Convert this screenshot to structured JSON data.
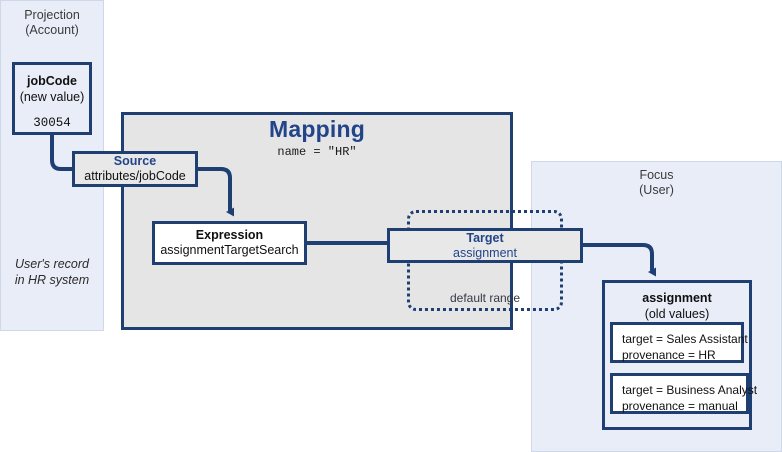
{
  "diagram": {
    "title": "Mapping flow from Projection (Account) to Focus (User)",
    "colors": {
      "accent_blue": "#22458a",
      "border_blue": "#1f3f72",
      "panel_fill": "#e9edf7",
      "mapping_fill": "#e5e5e5",
      "node_gray": "#e8e8e8",
      "node_white": "#ffffff"
    }
  },
  "projection_panel": {
    "title": "Projection\n(Account)",
    "note": "User's record\nin HR system",
    "jobcode": {
      "name": "jobCode",
      "subtitle": "(new value)",
      "value": "30054"
    }
  },
  "mapping": {
    "title": "Mapping",
    "subtitle": "name = \"HR\"",
    "source": {
      "title": "Source",
      "subtitle": "attributes/jobCode"
    },
    "expression": {
      "title": "Expression",
      "subtitle": "assignmentTargetSearch"
    },
    "target": {
      "title": "Target",
      "subtitle": "assignment"
    },
    "default_range_label": "default range"
  },
  "focus_panel": {
    "title": "Focus\n(User)",
    "assignment": {
      "title": "assignment",
      "subtitle": "(old values)",
      "values": [
        {
          "line1": "target = Sales Assistant",
          "line2": "provenance = HR"
        },
        {
          "line1": "target = Business Analyst",
          "line2": "provenance = manual"
        }
      ]
    }
  }
}
